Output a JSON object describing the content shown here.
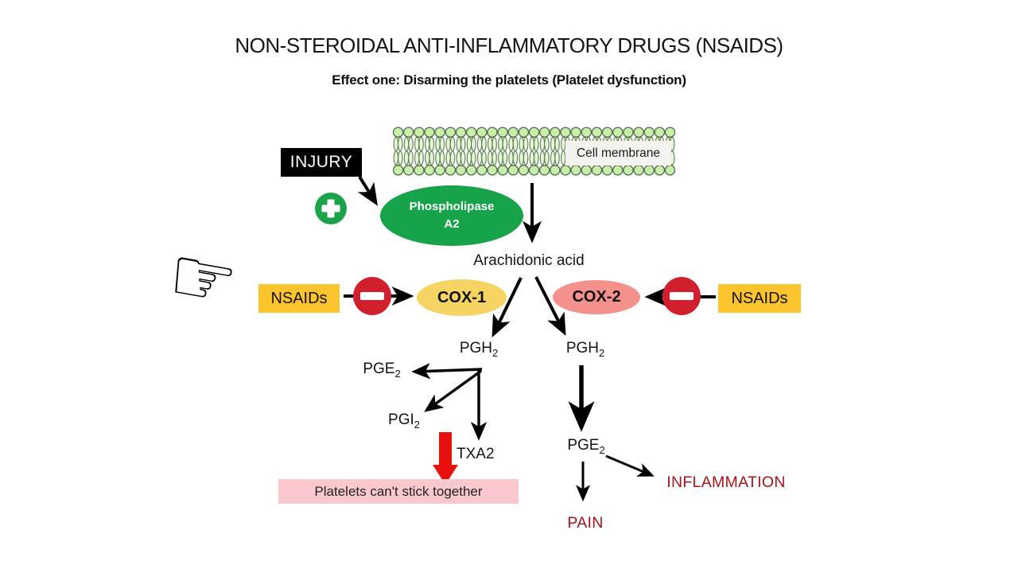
{
  "header": {
    "title": "NON-STEROIDAL ANTI-INFLAMMATORY DRUGS (NSAIDS)",
    "subtitle": "Effect one: Disarming the platelets (Platelet dysfunction)"
  },
  "membrane": {
    "label": "Cell membrane"
  },
  "nodes": {
    "injury": "INJURY",
    "phospholipase_line1": "Phospholipase",
    "phospholipase_line2": "A2",
    "arachidonic_acid": "Arachidonic acid",
    "cox1": "COX-1",
    "cox2": "COX-2",
    "nsaids_left": "NSAIDs",
    "nsaids_right": "NSAIDs",
    "pgh2_left": {
      "base": "PGH",
      "sub": "2"
    },
    "pgh2_right": {
      "base": "PGH",
      "sub": "2"
    },
    "pge2_left": {
      "base": "PGE",
      "sub": "2"
    },
    "pge2_right": {
      "base": "PGE",
      "sub": "2"
    },
    "pgi2": {
      "base": "PGI",
      "sub": "2"
    },
    "txa2": "TXA2",
    "platelets_note": "Platelets can't stick together",
    "pain": "PAIN",
    "inflammation": "INFLAMMATION"
  },
  "icons": {
    "pointer_glyph": "☞",
    "stimulate": "plus-icon",
    "inhibit": "minus-icon",
    "pointer": "pointing-hand-icon"
  },
  "colors": {
    "phospholipase_green": "#17a34a",
    "stimulate_green": "#1ba34c",
    "nsaids_amber": "#fcc42c",
    "cox1_yellow": "#f6d464",
    "cox2_pink": "#f4918c",
    "inhibit_red": "#d21f2e",
    "platelets_pink": "#fbc9cd",
    "outcome_dark_red": "#a81318",
    "membrane_head_green": "#c9edaa",
    "red_arrow": "#e8100c"
  }
}
